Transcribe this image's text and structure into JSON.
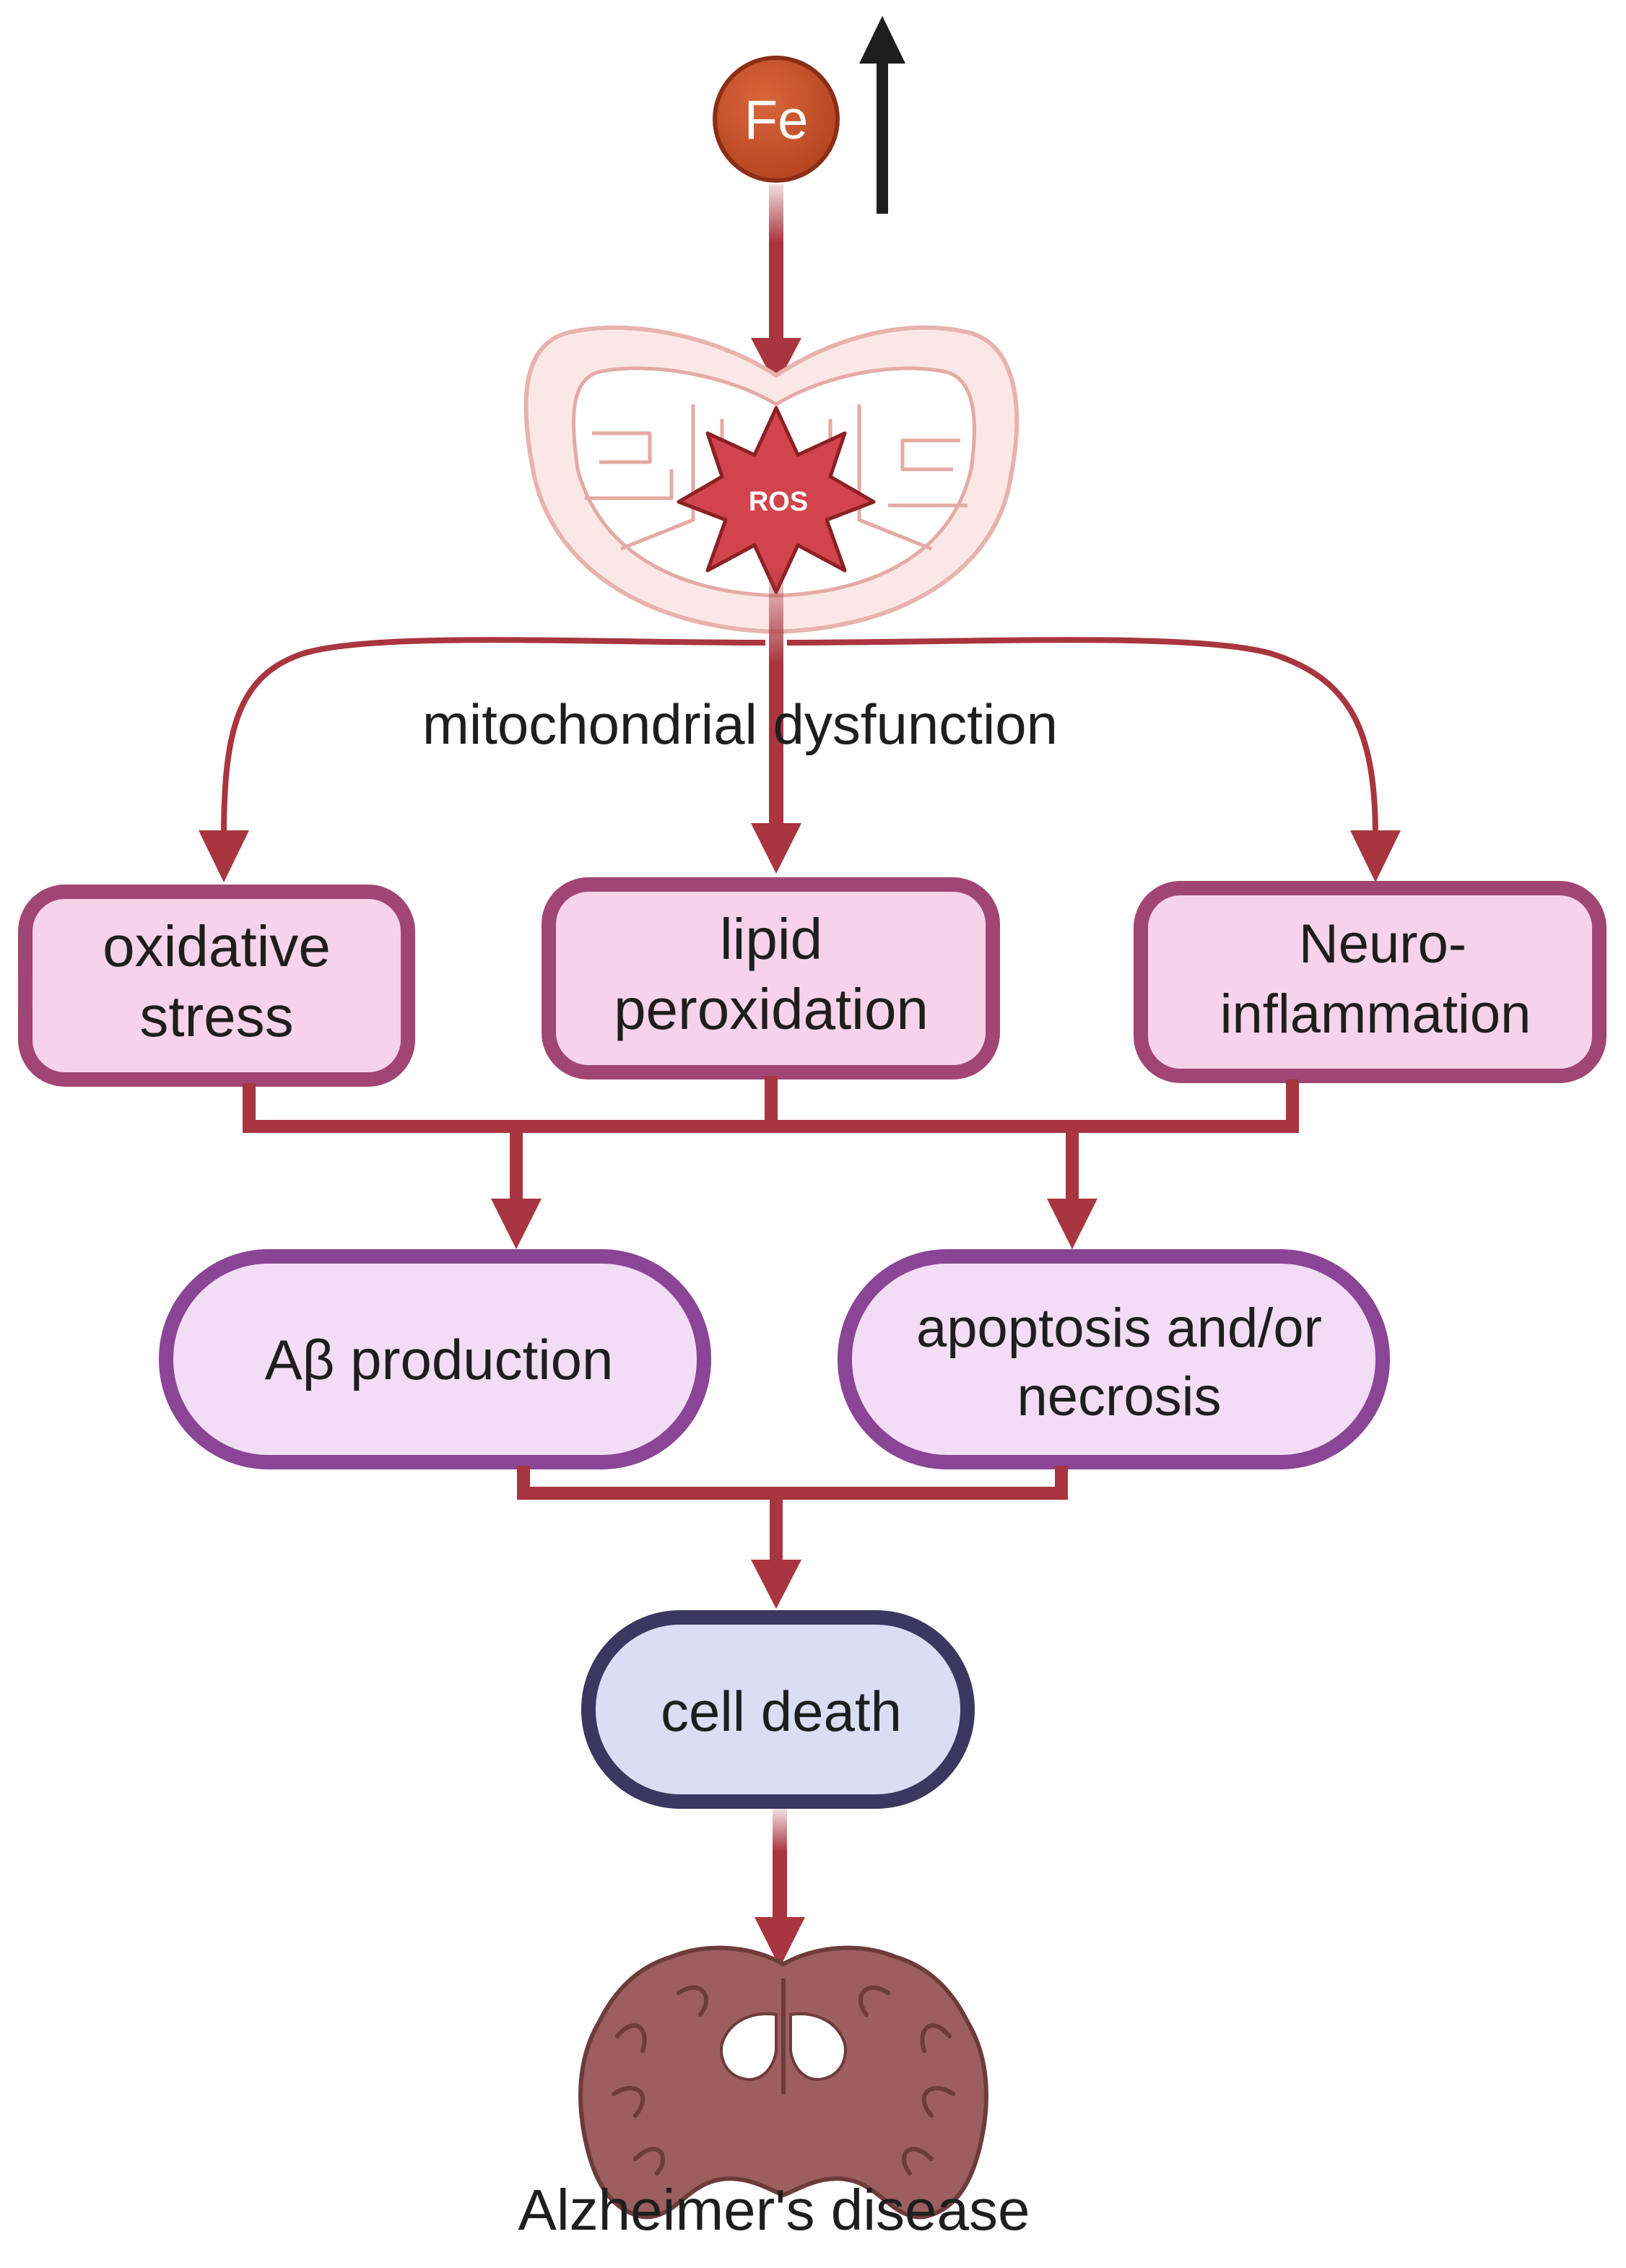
{
  "diagram": {
    "fe_label": "Fe",
    "ros_label": "ROS",
    "mito_label": "mitochondrial dysfunction",
    "boxes": {
      "oxidative": {
        "line1": "oxidative",
        "line2": "stress"
      },
      "lipid": {
        "line1": "lipid",
        "line2": "peroxidation"
      },
      "neuro": {
        "line1": "Neuro-",
        "line2": "inflammation"
      },
      "abeta": {
        "line1": "Aβ production"
      },
      "apoptosis": {
        "line1": "apoptosis and/or",
        "line2": "necrosis"
      },
      "cell_death": {
        "line1": "cell death"
      }
    },
    "disease_label": "Alzheimer's disease",
    "colors": {
      "arrow": "#a8353f",
      "fe_fill": "#c4502b",
      "box_pink_fill": "#f6d3ea",
      "box_pink_stroke": "#a14574",
      "box_lilac_fill": "#f3dcf6",
      "box_lilac_stroke": "#8a4596",
      "box_blue_fill": "#dcdcf4",
      "box_blue_stroke": "#3b3760",
      "brain": "#9c5e5e"
    }
  }
}
